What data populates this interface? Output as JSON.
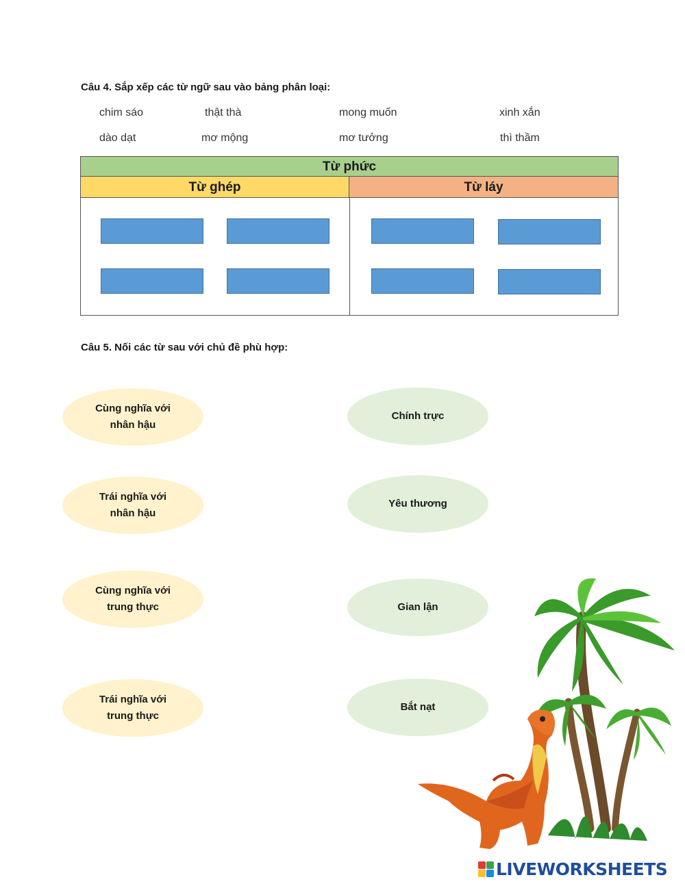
{
  "question4": {
    "title": "Câu 4. Sắp xếp các từ ngữ sau vào bảng phân loại:",
    "words": [
      "chim sáo",
      "thật thà",
      "mong muốn",
      "xinh xắn",
      "dào dạt",
      "mơ mộng",
      "mơ tưởng",
      "thì thầm"
    ],
    "table": {
      "header": "Từ phức",
      "col1": "Từ ghép",
      "col2": "Từ láy"
    },
    "colors": {
      "header": "#a8d08d",
      "col1": "#ffd966",
      "col2": "#f4b183",
      "dropbox": "#5b9bd5"
    }
  },
  "question5": {
    "title": "Câu 5. Nối các từ sau với chủ đề phù hợp:",
    "left": [
      [
        "Cùng nghĩa với",
        "nhân hậu"
      ],
      [
        "Trái nghĩa với",
        "nhân hậu"
      ],
      [
        "Cùng nghĩa với",
        "trung thực"
      ],
      [
        "Trái nghĩa với",
        "trung thực"
      ]
    ],
    "right": [
      "Chính trực",
      "Yêu thương",
      "Gian lận",
      "Bắt nạt"
    ],
    "colors": {
      "left": "#fff2cc",
      "right": "#e2efda"
    }
  },
  "branding": {
    "logo_text": "LIVEWORKSHEETS",
    "logo_icon": "liveworksheets-logo-icon",
    "decoration": "dinosaur-palm-tree-illustration"
  }
}
